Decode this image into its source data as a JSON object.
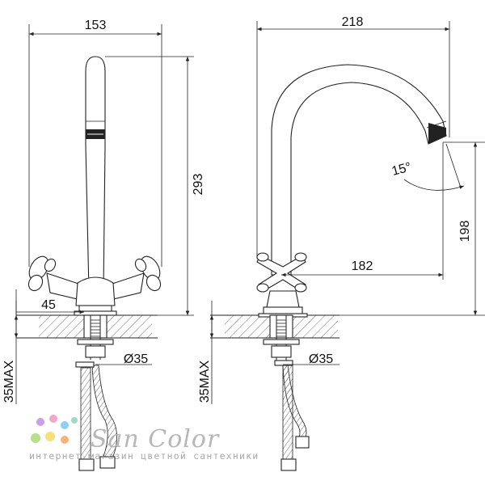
{
  "left_view": {
    "width_label": "153",
    "height_label": "293",
    "offset_label": "45",
    "hole_label": "Ø35",
    "max_thickness_label": "35MAX"
  },
  "right_view": {
    "width_label": "218",
    "angle_label": "15°",
    "height_label": "198",
    "reach_label": "182",
    "hole_label": "Ø35",
    "max_thickness_label": "35MAX"
  },
  "watermark": {
    "brand": "San Color",
    "tagline": "интернет-магазин цветной сантехники",
    "dot_colors": [
      "#c9a0e8",
      "#f4a6c8",
      "#8fd0f0",
      "#b5e08a",
      "#f7e07a",
      "#f5b37a",
      "#a0d8c8"
    ]
  }
}
